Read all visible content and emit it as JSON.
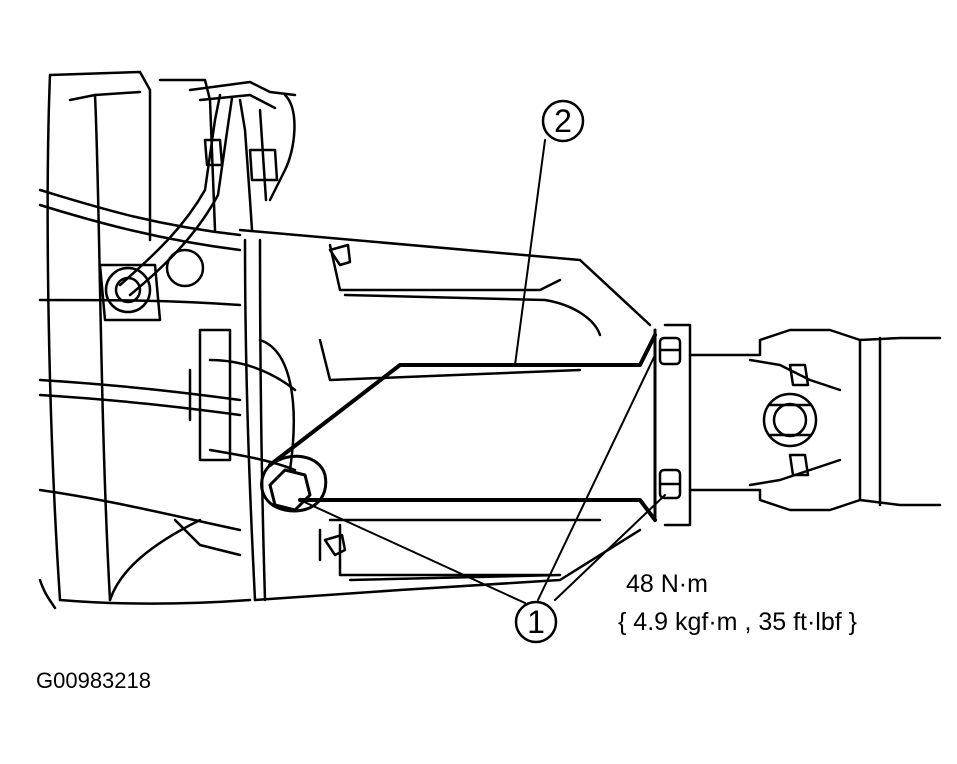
{
  "callouts": {
    "one": "1",
    "two": "2"
  },
  "torque": {
    "value": "48 N·m",
    "alt": "{ 4.9 kgf·m , 35 ft·lbf }"
  },
  "figure_id": "G00983218"
}
